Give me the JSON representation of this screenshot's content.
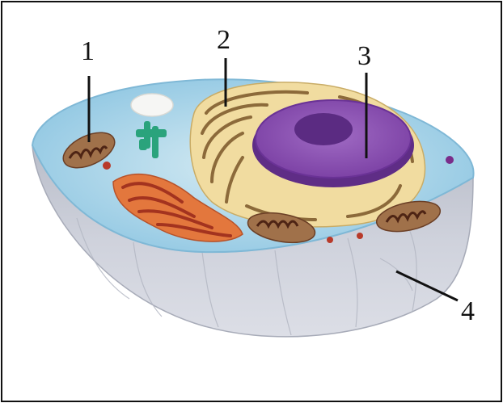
{
  "labels": [
    {
      "id": "1",
      "text": "1"
    },
    {
      "id": "2",
      "text": "2"
    },
    {
      "id": "3",
      "text": "3"
    },
    {
      "id": "4",
      "text": "4"
    }
  ],
  "colors": {
    "border": "#111111",
    "cytoplasm": "#9fd0e8",
    "membrane_shell": "#c9ccd6",
    "nucleus": "#8a4fb0",
    "nucleolus": "#5b2b82",
    "golgi": "#f1dca0",
    "golgi_lumen": "#8c6a3a",
    "mitochondrion": "#9a6a44",
    "mito_inner": "#5a2f1e",
    "rough_er": "#e0703a",
    "lysosome": "#f2f2f0",
    "centrosome": "#2aa37c"
  }
}
